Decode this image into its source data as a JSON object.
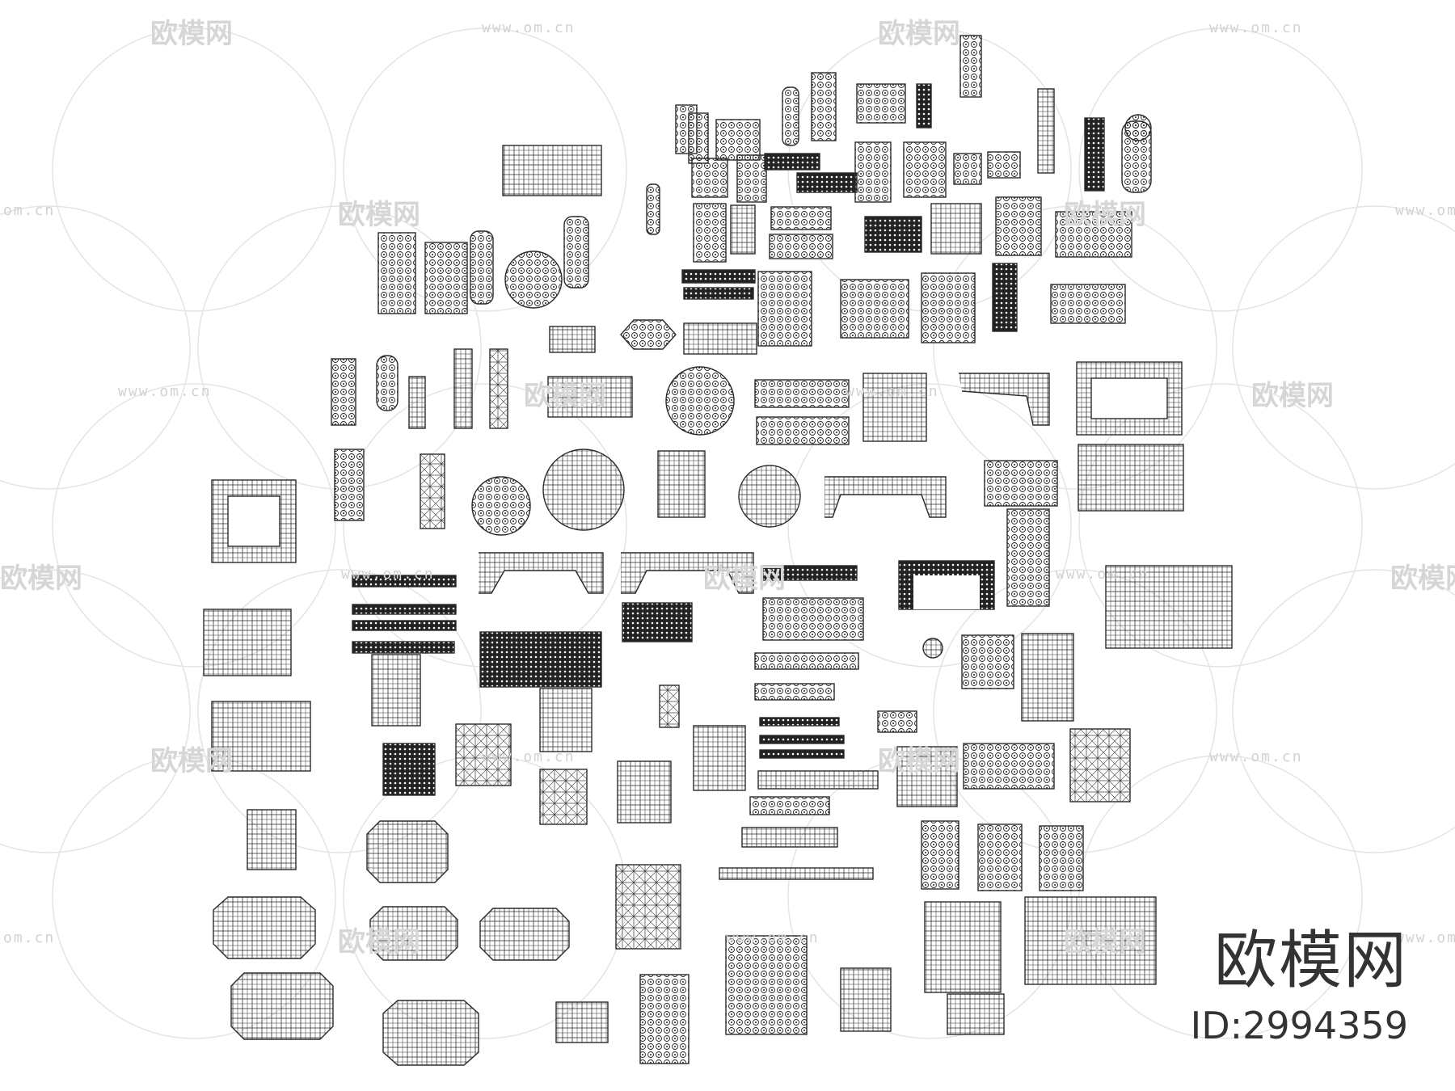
{
  "watermark": {
    "brand": "欧模网",
    "url": "www.om.cn",
    "url_fragment": "om.cn",
    "brand_fragment": "欧模网"
  },
  "brand_logo": "欧模网",
  "item_id": "ID:2994359",
  "colors": {
    "background": "#ffffff",
    "line": "#2a2a2a",
    "watermark": "#d6d6d6",
    "brand_text": "#333333"
  }
}
